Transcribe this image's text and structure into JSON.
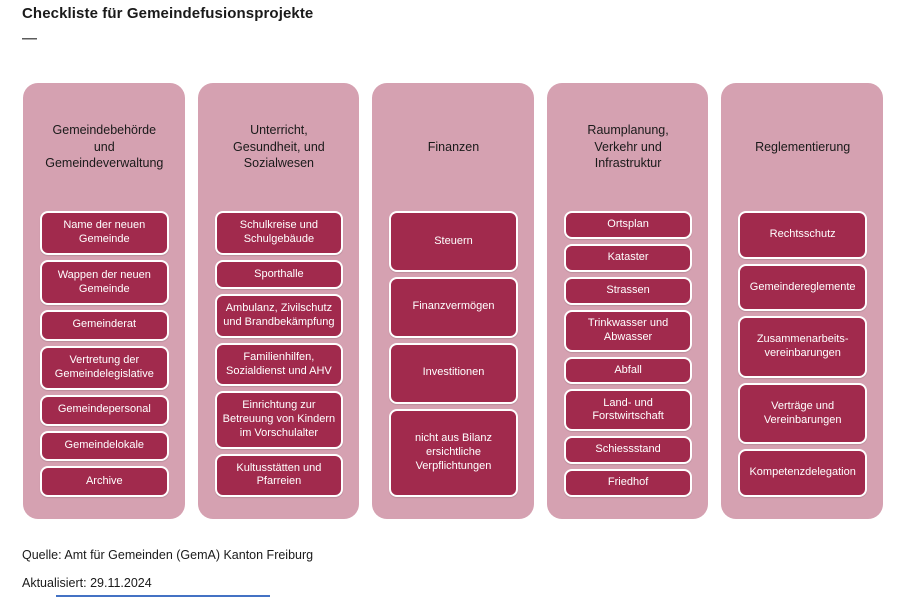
{
  "title": "Checkliste für Gemeindefusionsprojekte",
  "title_dash": "—",
  "columns": [
    {
      "header": "Gemeindebehörde und Gemeindeverwaltung",
      "items": [
        "Name der neuen Gemeinde",
        "Wappen der neuen Gemeinde",
        "Gemeinderat",
        "Vertretung der Gemeindelegislative",
        "Gemeindepersonal",
        "Gemeindelokale",
        "Archive"
      ]
    },
    {
      "header": "Unterricht, Gesundheit, und Sozialwesen",
      "items": [
        "Schulkreise und Schulgebäude",
        "Sporthalle",
        "Ambulanz, Zivilschutz und Brandbekämpfung",
        "Familienhilfen, Sozialdienst und AHV",
        "Einrichtung zur Betreuung von Kindern im Vorschulalter",
        "Kultusstätten und Pfarreien"
      ]
    },
    {
      "header": "Finanzen",
      "items": [
        "Steuern",
        "Finanzvermögen",
        "Investitionen",
        "nicht aus Bilanz ersichtliche Verpflichtungen"
      ]
    },
    {
      "header": "Raumplanung, Verkehr und Infrastruktur",
      "items": [
        "Ortsplan",
        "Kataster",
        "Strassen",
        "Trinkwasser und Abwasser",
        "Abfall",
        "Land- und Forstwirtschaft",
        "Schiessstand",
        "Friedhof"
      ]
    },
    {
      "header": "Reglementierung",
      "items": [
        "Rechtsschutz",
        "Gemeindereglemente",
        "Zusammenarbeits-vereinbarungen",
        "Verträge und Vereinbarungen",
        "Kompetenzdelegation"
      ]
    }
  ],
  "footer": {
    "source": "Quelle: Amt für Gemeinden (GemA) Kanton Freiburg",
    "updated": "Aktualisiert: 29.11.2024"
  },
  "colors": {
    "column_bg": "#D5A1B1",
    "box_bg": "#A12A4D",
    "box_text": "#FFFFFF",
    "header_text": "#1A1A1A",
    "accent_line": "#4472C4"
  }
}
